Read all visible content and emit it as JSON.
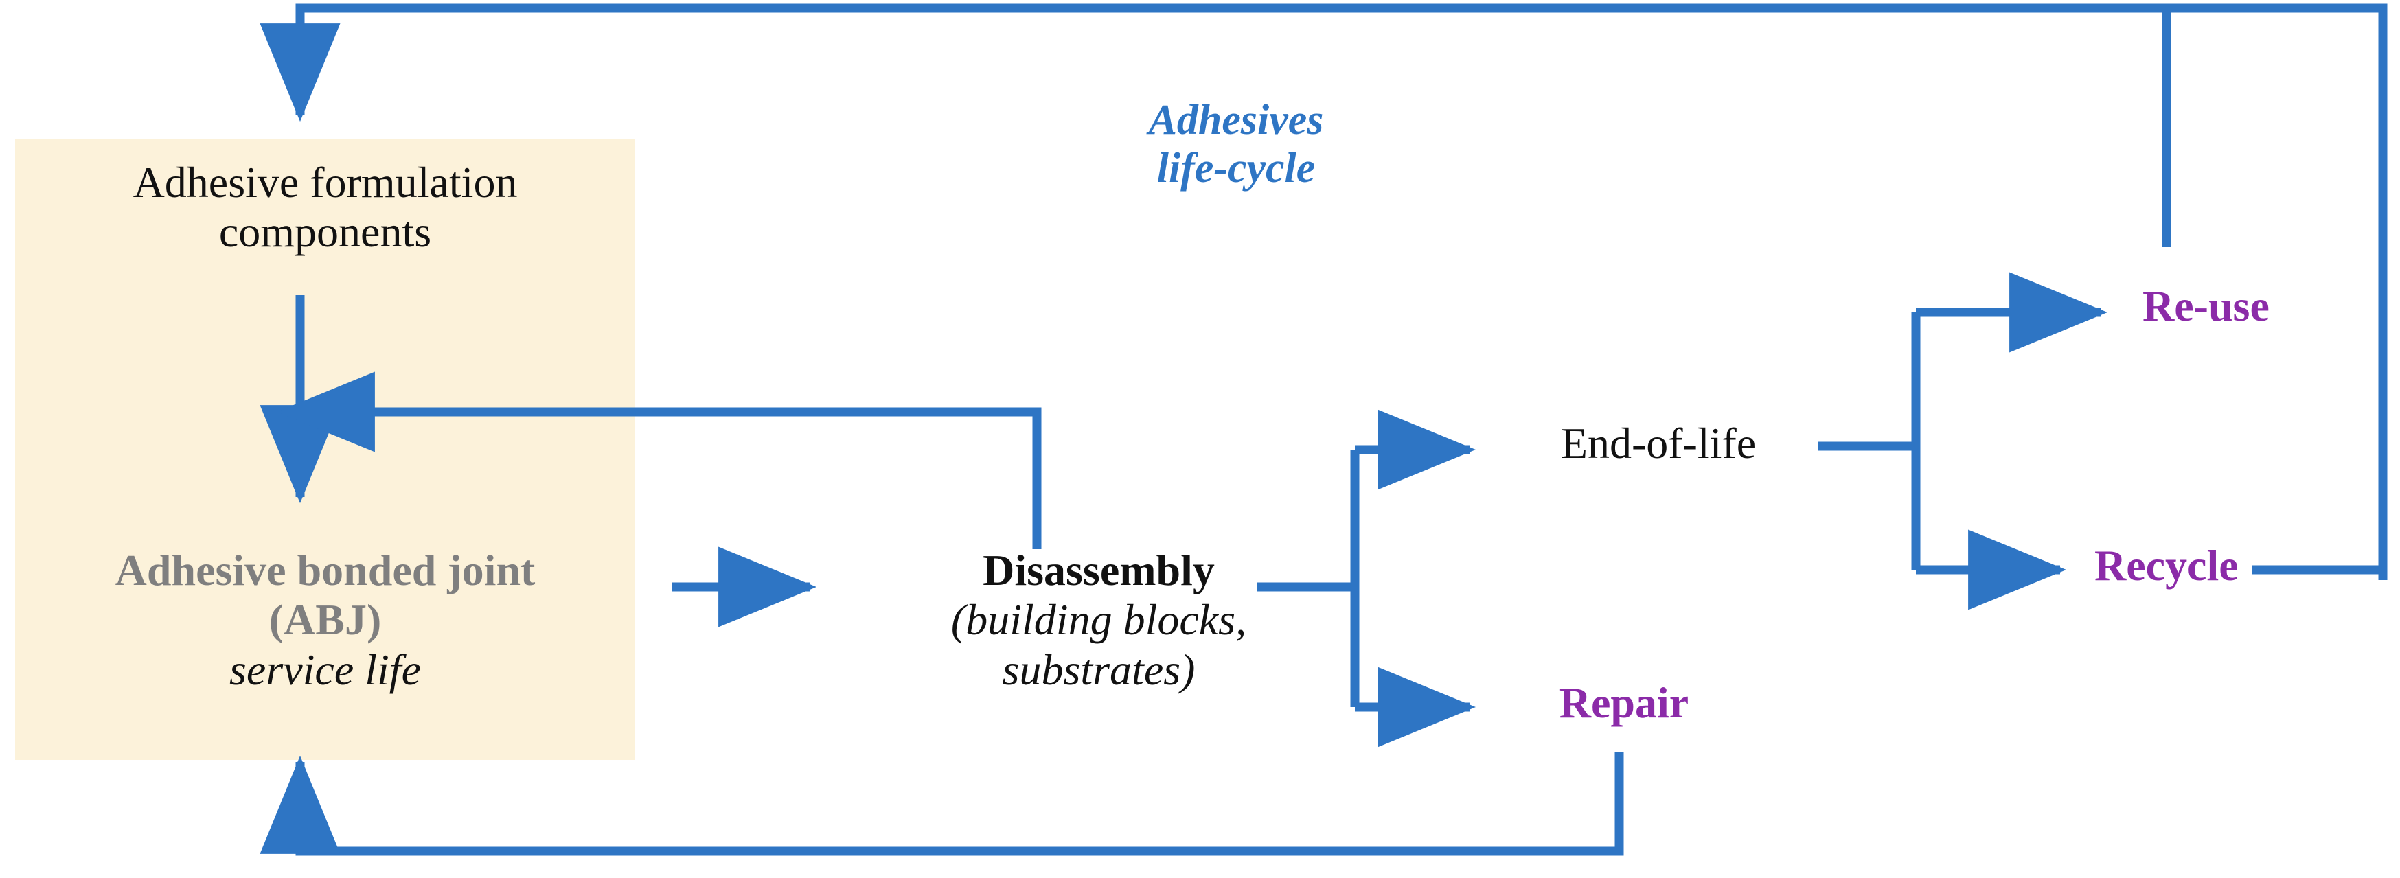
{
  "figure": {
    "title_line1": "Adhesives",
    "title_line2": "life-cycle",
    "colors": {
      "arrow_blue": "#2E75C4",
      "box_beige": "#FCF2DA",
      "purple": "#8B2BA8",
      "gray_text": "#7F7F7F",
      "black_text": "#111111",
      "title_blue": "#2E75C4",
      "background": "#FFFFFF"
    }
  },
  "nodes": {
    "formulation": {
      "line1": "Adhesive formulation",
      "line2": "components"
    },
    "abj": {
      "line1": "Adhesive bonded joint",
      "line2": "(ABJ)",
      "line3": "service life"
    },
    "disassembly": {
      "line1": "Disassembly",
      "line2": "(building blocks,",
      "line3": "substrates)"
    },
    "end_of_life": {
      "label": "End-of-life"
    },
    "repair": {
      "label": "Repair"
    },
    "reuse": {
      "label": "Re-use"
    },
    "recycle": {
      "label": "Recycle"
    }
  },
  "edges": [
    {
      "from": "loop-top",
      "to": "formulation",
      "kind": "arrow-down"
    },
    {
      "from": "formulation",
      "to": "abj",
      "kind": "arrow-down"
    },
    {
      "from": "abj",
      "to": "disassembly",
      "kind": "arrow-right"
    },
    {
      "from": "disassembly",
      "to": "formulation-stem",
      "kind": "arrow-left-feedback"
    },
    {
      "from": "disassembly",
      "to": "end-of-life",
      "kind": "arrow-right-fork-up"
    },
    {
      "from": "disassembly",
      "to": "repair",
      "kind": "arrow-right-fork-down"
    },
    {
      "from": "end-of-life",
      "to": "reuse",
      "kind": "arrow-right-fork-up"
    },
    {
      "from": "end-of-life",
      "to": "recycle",
      "kind": "arrow-right-fork-down"
    },
    {
      "from": "reuse",
      "to": "formulation",
      "kind": "loop-top-left"
    },
    {
      "from": "recycle",
      "to": "formulation",
      "kind": "loop-top-outer"
    },
    {
      "from": "repair",
      "to": "abj",
      "kind": "loop-bottom"
    }
  ]
}
